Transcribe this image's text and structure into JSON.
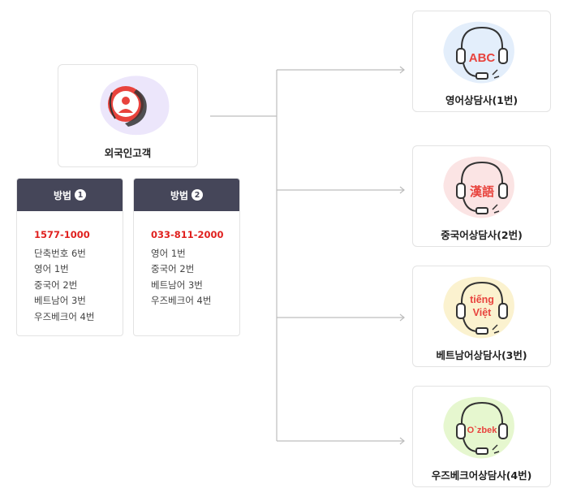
{
  "customer": {
    "label": "외국인고객"
  },
  "methods": [
    {
      "title": "방법",
      "number": "1",
      "phone": "1577-1000",
      "lines": [
        "단축번호 6번",
        "영어 1번",
        "중국어 2번",
        "베트남어 3번",
        "우즈베크어 4번"
      ]
    },
    {
      "title": "방법",
      "number": "2",
      "phone": "033-811-2000",
      "lines": [
        "영어 1번",
        "중국어 2번",
        "베트남어 3번",
        "우즈베크어 4번"
      ]
    }
  ],
  "agents": [
    {
      "label": "영어상담사(1번)",
      "badge": "ABC",
      "blob_color": "#e3eefb"
    },
    {
      "label": "중국어상담사(2번)",
      "badge": "漢語",
      "blob_color": "#fbe4e4"
    },
    {
      "label": "베트남어상담사(3번)",
      "badge_line1": "tiếng",
      "badge_line2": "Việt",
      "blob_color": "#fbf2cf"
    },
    {
      "label": "우즈베크어상담사(4번)",
      "badge": "O`zbek",
      "blob_color": "#e6f7cf"
    }
  ],
  "colors": {
    "accent_red": "#e0211f",
    "header_bg": "#454659",
    "connector": "#bdbdbd",
    "customer_blob": "#ece6fb"
  }
}
